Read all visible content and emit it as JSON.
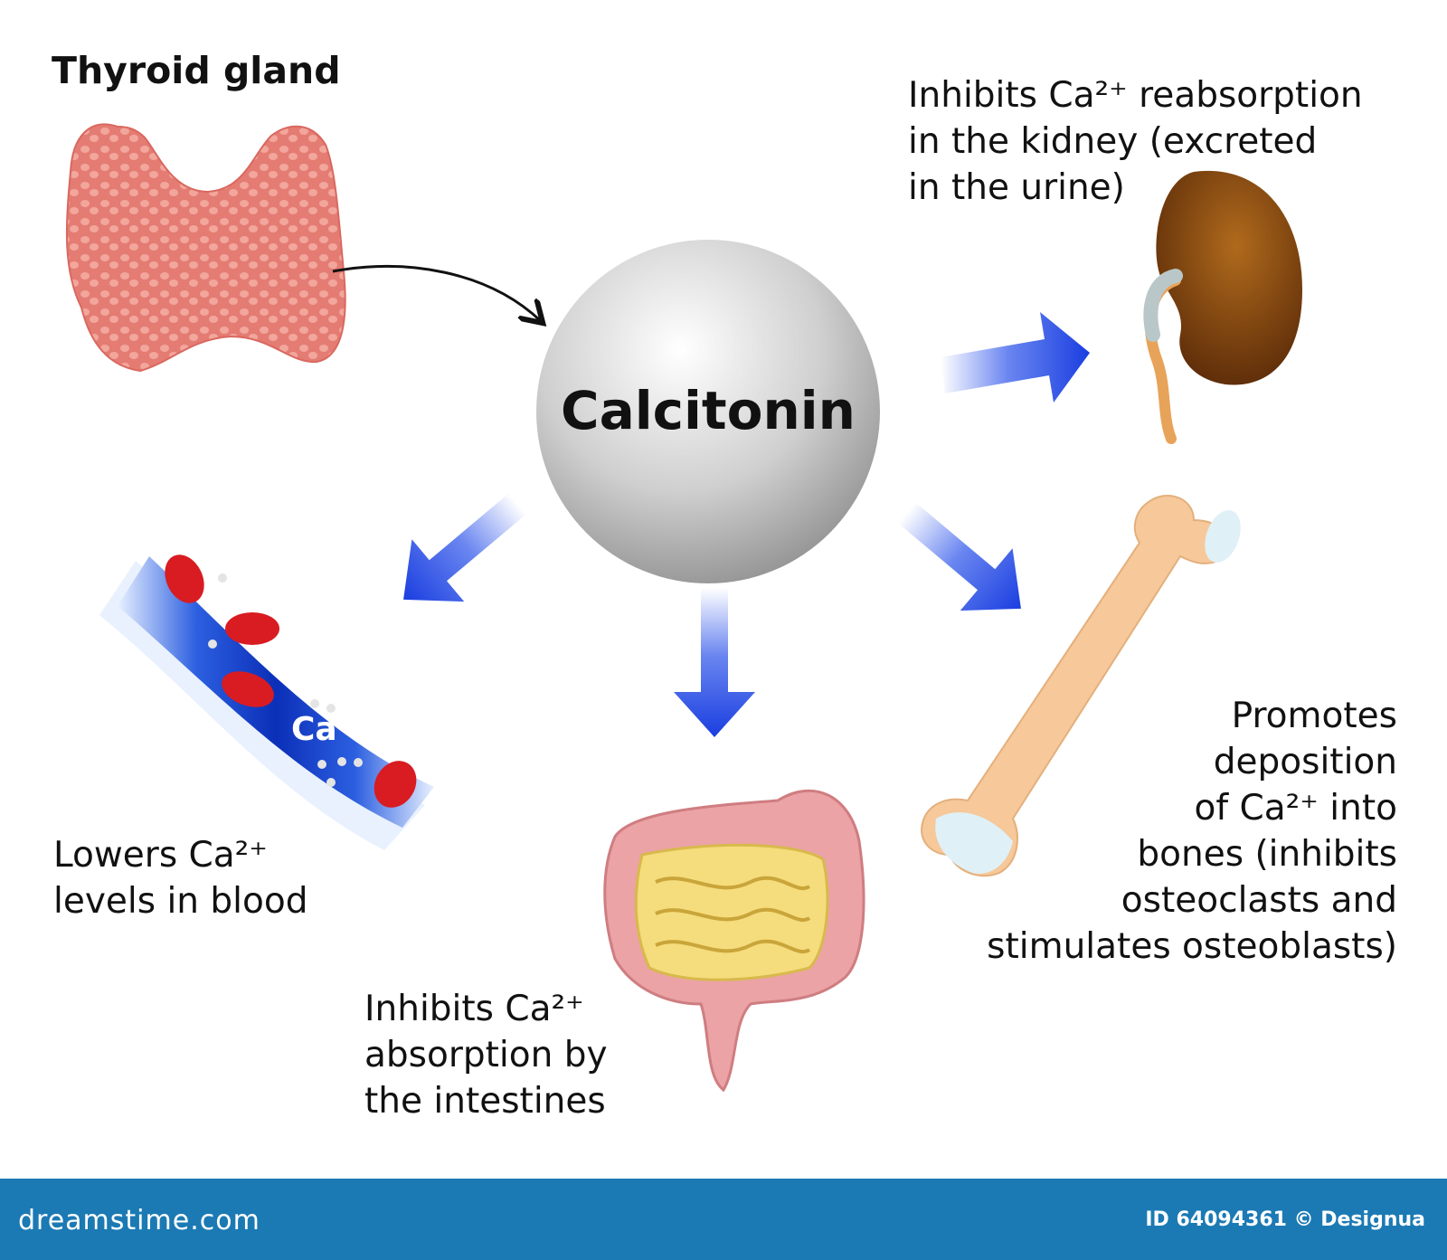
{
  "title": "Thyroid gland",
  "center": {
    "label": "Calcitonin"
  },
  "effects": {
    "kidney": [
      "Inhibits Ca²⁺ reabsorption",
      "in the kidney (excreted",
      "in the urine)"
    ],
    "blood": [
      "Lowers Ca²⁺",
      "levels in blood"
    ],
    "intestine": [
      "Inhibits Ca²⁺",
      "absorption by",
      "the intestines"
    ],
    "bone": [
      "Promotes",
      "deposition",
      "of Ca²⁺ into",
      "bones (inhibits",
      "osteoclasts and",
      "stimulates osteoblasts)"
    ]
  },
  "vessel_label": "Ca²⁺",
  "footer": {
    "brand": "dreamstime.com",
    "id": "ID 64094361 © Designua"
  },
  "colors": {
    "arrow": "#1a3ee0",
    "footer": "#1b7ab4",
    "thyroid": "#e5837a",
    "blood_cell": "#d81c22",
    "kidney": "#7a3a0c",
    "bone": "#f6c89a"
  },
  "icons": [
    "thyroid-gland-icon",
    "calcitonin-sphere-icon",
    "kidney-icon",
    "blood-vessel-icon",
    "intestine-icon",
    "bone-icon"
  ]
}
